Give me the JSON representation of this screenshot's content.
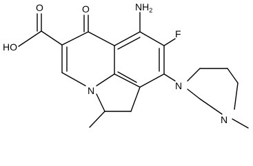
{
  "molecule": {
    "labels": {
      "acid_oh": "HO",
      "acid_o": "O",
      "ketone_o": "O",
      "amino": "NH",
      "amino_sub": "2",
      "fluoro": "F",
      "ring_n": "N",
      "piperazine_n1": "N",
      "piperazine_n4": "N"
    },
    "colors": {
      "bond": "#000000",
      "text": "#000000",
      "background": "#ffffff"
    }
  }
}
